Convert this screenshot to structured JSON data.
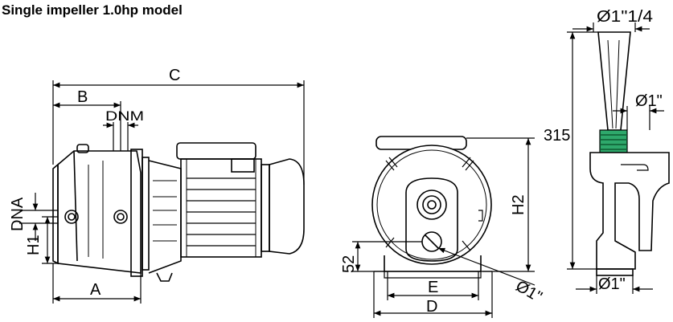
{
  "title": "Single impeller 1.0hp model",
  "labels": {
    "C": "C",
    "B": "B",
    "DNM": "DNM",
    "DNA": "DNA",
    "H1": "H1",
    "A": "A",
    "H2": "H2",
    "52": "52",
    "E": "E",
    "D": "D",
    "o1": "Ø1\"",
    "o114": "Ø1\"1/4",
    "o1_side": "Ø1\"",
    "o1_bottom": "Ø1\"",
    "315": "315"
  },
  "colors": {
    "line": "#000000",
    "coupling": "#2ea86b",
    "shade": "#d9d9d9"
  }
}
